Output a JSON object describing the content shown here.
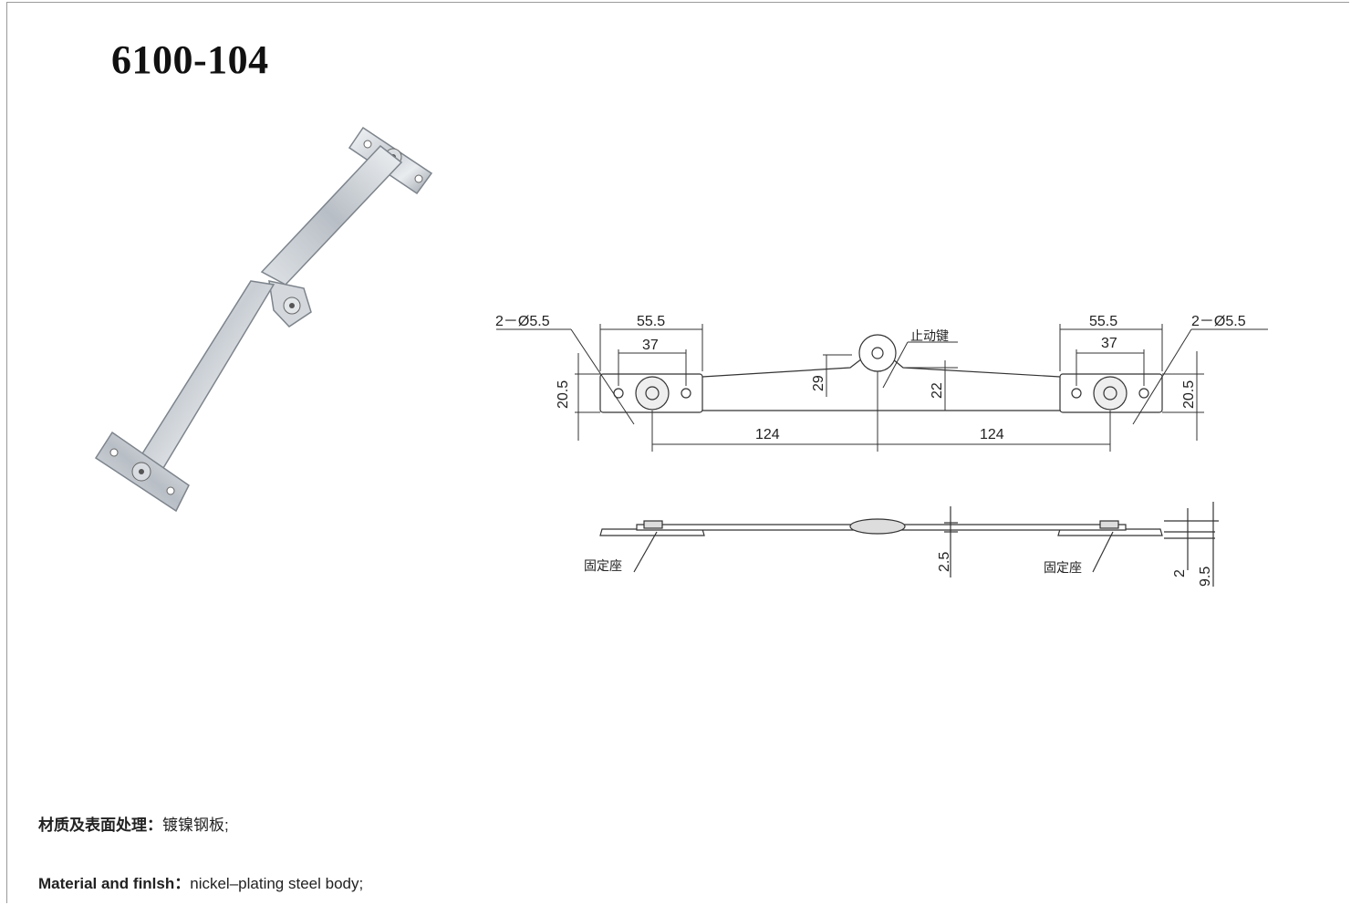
{
  "product": {
    "model": "6100-104"
  },
  "drawing": {
    "top_view": {
      "hole_left": "2－Ø5.5",
      "hole_right": "2－Ø5.5",
      "width_left": "55.5",
      "width_right": "55.5",
      "pitch_left": "37",
      "pitch_right": "37",
      "height_left": "20.5",
      "height_right": "20.5",
      "stop_height": "29",
      "stop_offset": "22",
      "span_left": "124",
      "span_right": "124",
      "stop_key_label": "止动键"
    },
    "side_view": {
      "base_left_label": "固定座",
      "base_right_label": "固定座",
      "thickness": "2.5",
      "plate": "2",
      "total": "9.5"
    }
  },
  "specs": {
    "cn_label": "材质及表面处理：",
    "cn_value": "镀镍钢板;",
    "en_label": "Material and finlsh：",
    "en_value": "nickel–plating steel body;"
  }
}
